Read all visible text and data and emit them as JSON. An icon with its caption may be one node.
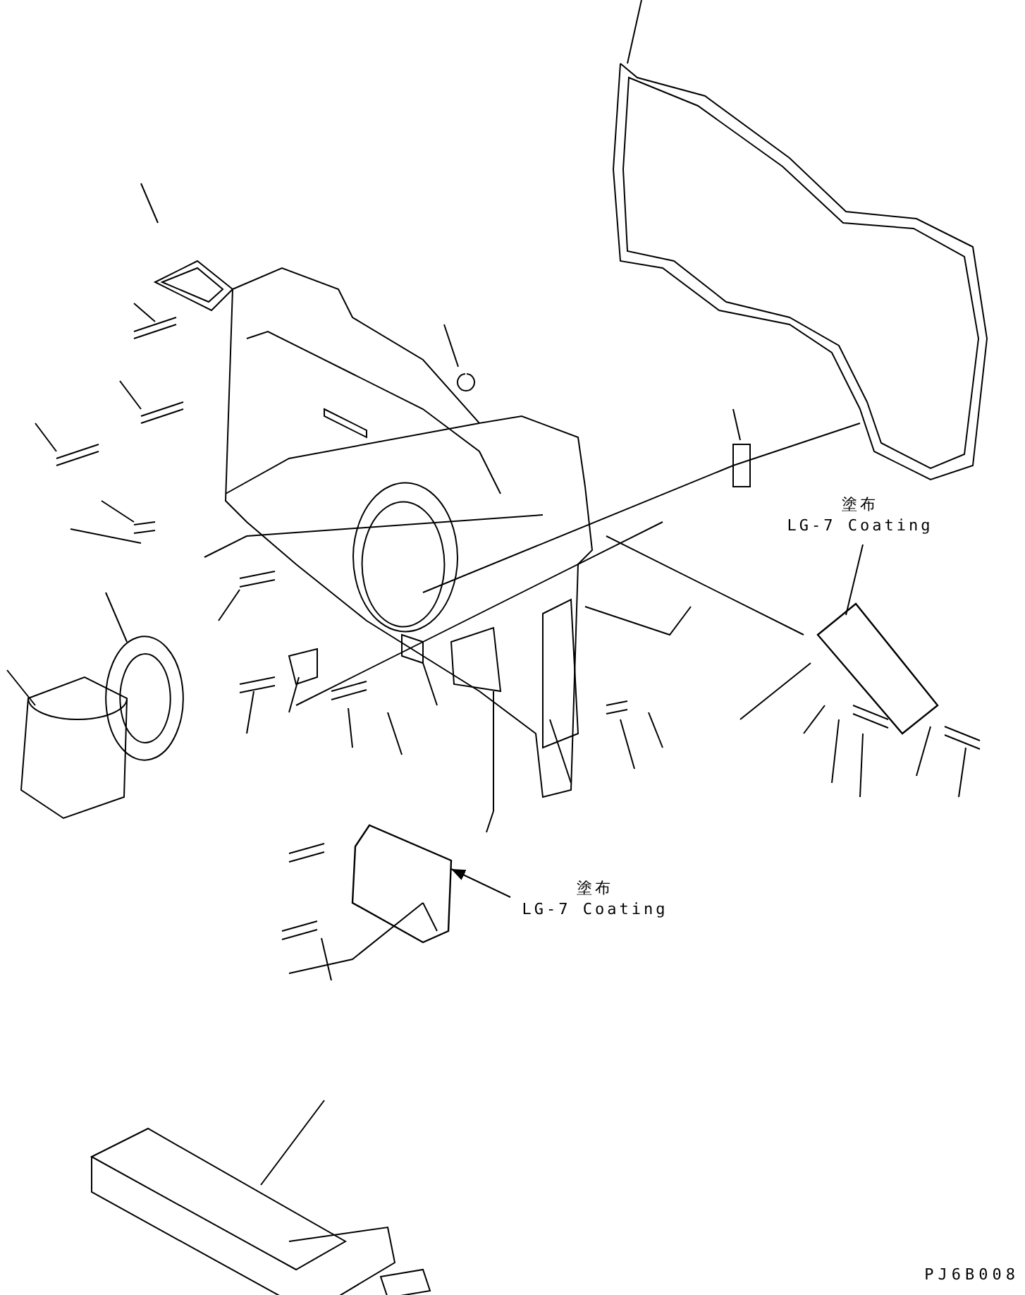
{
  "diagram": {
    "nodes": [
      {
        "text": [
          "塗布",
          "LG-7 Coating"
        ]
      },
      {
        "text": [],
        "shape": "picture"
      },
      {
        "text": [
          "塗布",
          "LG-7 Coating"
        ]
      },
      {
        "text": [],
        "shape": "picture"
      }
    ],
    "edges": [
      {
        "from": 0,
        "to": 1,
        "arrow": "none"
      },
      {
        "from": 2,
        "to": 3,
        "arrow": "to"
      }
    ],
    "labels": [
      "PJ6B008"
    ]
  }
}
